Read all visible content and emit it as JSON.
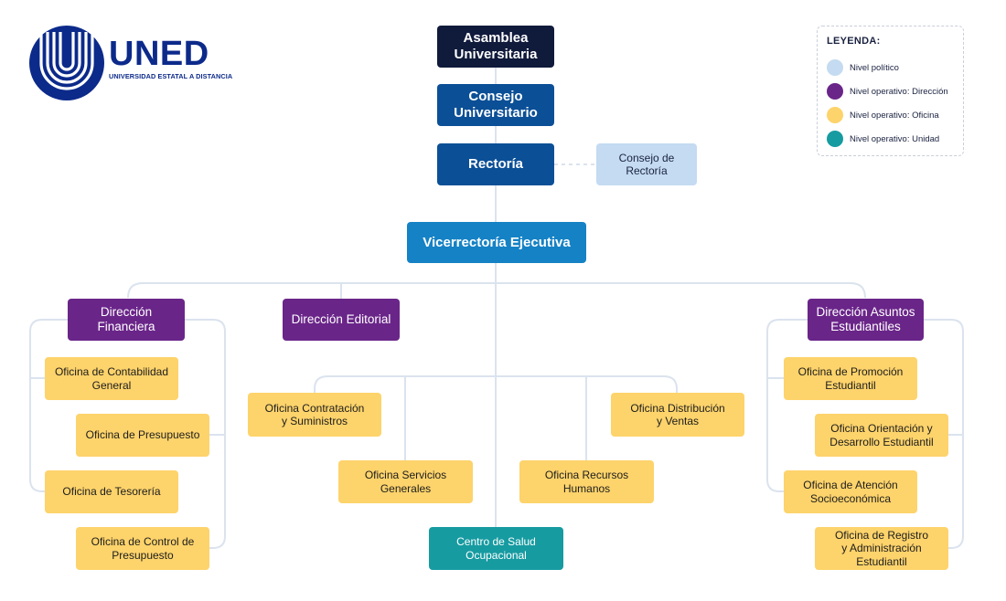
{
  "logo": {
    "name": "UNED",
    "subtitle": "UNIVERSIDAD ESTATAL A DISTANCIA"
  },
  "legend": {
    "title": "LEYENDA:",
    "items": [
      {
        "label": "Nivel político",
        "color": "#c4dbf1"
      },
      {
        "label": "Nivel operativo: Dirección",
        "color": "#6a2589"
      },
      {
        "label": "Nivel operativo: Oficina",
        "color": "#fdd36b"
      },
      {
        "label": "Nivel operativo: Unidad",
        "color": "#169ba1"
      }
    ]
  },
  "org": {
    "asamblea": "Asamblea\nUniversitaria",
    "consejo_universitario": "Consejo\nUniversitario",
    "rectoria": "Rectoría",
    "consejo_rectoria": "Consejo de\nRectoría",
    "vicerrectoria": "Vicerrectoría Ejecutiva",
    "dir_financiera": "Dirección\nFinanciera",
    "dir_editorial": "Dirección Editorial",
    "dir_asuntos": "Dirección Asuntos\nEstudiantiles",
    "of_contabilidad": "Oficina de Contabilidad\nGeneral",
    "of_presupuesto": "Oficina de Presupuesto",
    "of_tesoreria": "Oficina de Tesorería",
    "of_control": "Oficina de Control de\nPresupuesto",
    "of_contratacion": "Oficina Contratación\ny Suministros",
    "of_servicios": "Oficina Servicios\nGenerales",
    "of_recursos": "Oficina Recursos\nHumanos",
    "of_distribucion": "Oficina Distribución\ny Ventas",
    "centro_salud": "Centro de Salud\nOcupacional",
    "of_promocion": "Oficina de Promoción\nEstudiantil",
    "of_orientacion": "Oficina Orientación y\nDesarrollo Estudiantil",
    "of_atencion": "Oficina de Atención\nSocioeconómica",
    "of_registro": "Oficina de Registro\ny Administración\nEstudiantil"
  }
}
